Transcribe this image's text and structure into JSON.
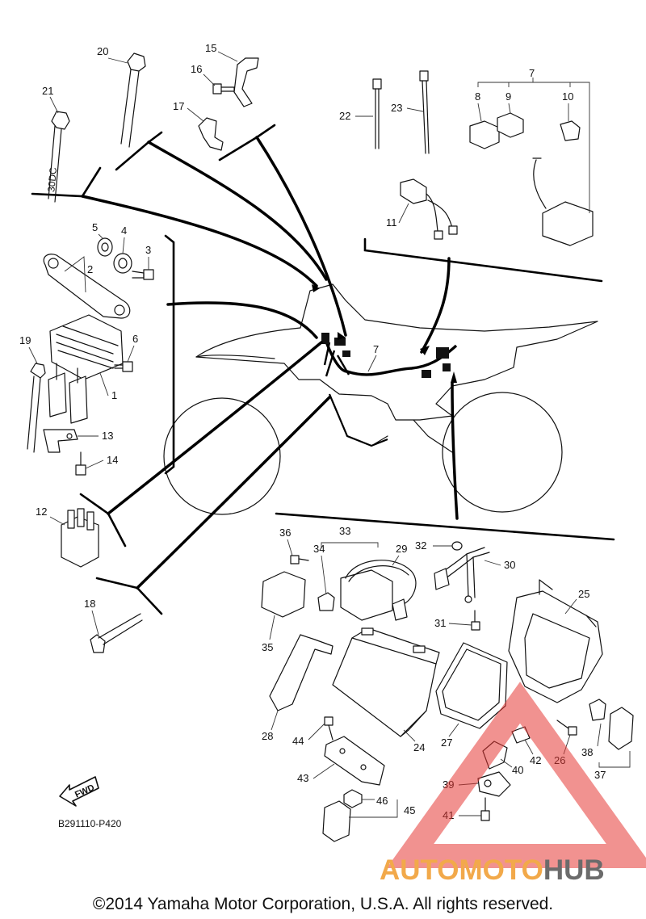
{
  "part_numbers": [
    "1",
    "2",
    "3",
    "4",
    "5",
    "6",
    "7",
    "8",
    "9",
    "10",
    "11",
    "12",
    "13",
    "14",
    "15",
    "16",
    "17",
    "18",
    "19",
    "20",
    "21",
    "22",
    "23",
    "24",
    "25",
    "26",
    "27",
    "28",
    "29",
    "30",
    "31",
    "32",
    "33",
    "34",
    "35",
    "36",
    "37",
    "38",
    "39",
    "40",
    "41",
    "42",
    "43",
    "44",
    "45",
    "46"
  ],
  "diagram_code": "B291110-P420",
  "forward_label": "FWD",
  "copyright": "©2014 Yamaha Motor Corporation, U.S.A. All rights reserved.",
  "watermark": {
    "part_a": "AUTOMOTO",
    "part_b": "HUB",
    "color_a": "#f2a94a",
    "color_b": "#6b6b6b",
    "triangle_color": "#e53935"
  },
  "band_label": "30DC"
}
